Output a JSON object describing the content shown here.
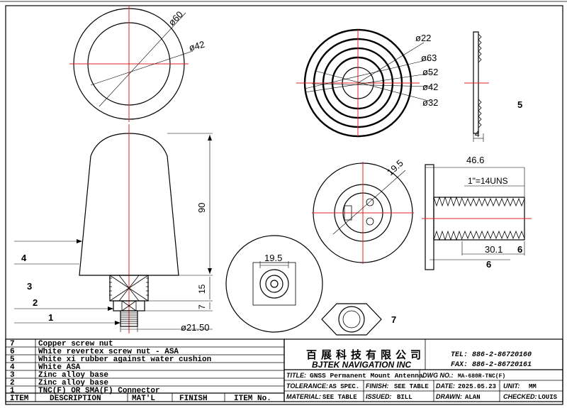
{
  "dimensions": {
    "top_outer": "ø60",
    "top_inner": "ø42",
    "body_height": "90",
    "body_base": "ø21.50",
    "conn_h1": "15",
    "conn_h2": "7",
    "ring_d1": "ø22",
    "ring_d2": "ø63",
    "ring_d3": "ø52",
    "ring_d4": "ø42",
    "ring_d5": "ø32",
    "cushion_thk": "4",
    "nut_bolt_dia": "19.5",
    "bolt_len": "46.6",
    "thread_spec": "1\"=14UNS",
    "bolt_thread": "30.1",
    "base_width": "19.5"
  },
  "balloons": {
    "b1": "1",
    "b2": "2",
    "b3": "3",
    "b4": "4",
    "b5": "5",
    "b6a": "6",
    "b6b": "6",
    "b7": "7"
  },
  "bom": {
    "rows": [
      {
        "item": "7",
        "desc": "Copper screw nut"
      },
      {
        "item": "6",
        "desc": "White revertex screw nut - ASA"
      },
      {
        "item": "5",
        "desc": "White xi rubber against water cushion"
      },
      {
        "item": "4",
        "desc": "White ASA"
      },
      {
        "item": "3",
        "desc": "Zinc alloy base"
      },
      {
        "item": "2",
        "desc": "Zinc alloy base"
      },
      {
        "item": "1",
        "desc": "TNC(F) OR SMA(F) Connector"
      }
    ],
    "headers": {
      "item": "ITEM",
      "desc": "DESCRIPTION",
      "mat": "MAT'L",
      "finish": "FINISH",
      "itemno": "ITEM No."
    }
  },
  "title_block": {
    "company_cn": "百展科技有限公司",
    "company_en": "BJTEK NAVIGATION INC",
    "tel": "TEL: 886-2-86720160",
    "fax": "FAX: 886-2-86720161",
    "title_label": "TITLE:",
    "title_value": "GNSS Permanent Mount Antenna",
    "dwg_label": "DWG NO.:",
    "dwg_value": "MA-680R-TNC(F)",
    "tol_label": "TOLERANCE:",
    "tol_value": "AS SPEC.",
    "finish_label": "FINISH:",
    "finish_value": "SEE TABLE",
    "date_label": "DATE:",
    "date_value": "2025.05.23",
    "unit_label": "UNIT:",
    "unit_value": "MM",
    "material_label": "MATERIAL:",
    "material_value": "SEE TABLE",
    "issued_label": "ISSUED:",
    "issued_value": "BILL",
    "drawn_label": "DRAWN:",
    "drawn_value": "ALAN",
    "checked_label": "CHECKED:",
    "checked_value": "LOUIS"
  }
}
